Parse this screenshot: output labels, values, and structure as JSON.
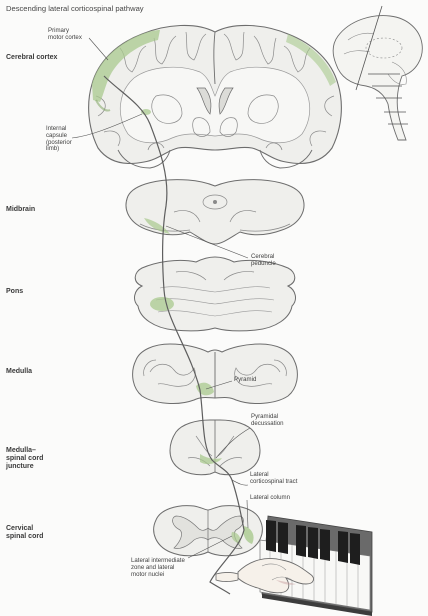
{
  "title": "Descending lateral corticospinal pathway",
  "regions": {
    "cerebral_cortex": "Cerebral cortex",
    "midbrain": "Midbrain",
    "pons": "Pons",
    "medulla": "Medulla",
    "juncture": "Medulla–\nspinal cord\njuncture",
    "cervical": "Cervical\nspinal cord"
  },
  "labels": {
    "primary_motor_cortex": "Primary\nmotor cortex",
    "internal_capsule": "Internal\ncapsule\n(posterior\nlimb)",
    "cerebral_peduncle": "Cerebral\npeduncle",
    "pyramid": "Pyramid",
    "pyramidal_decussation": "Pyramidal\ndecussation",
    "lateral_corticospinal_tract": "Lateral\ncorticospinal tract",
    "lateral_column": "Lateral column",
    "lateral_intermediate_zone": "Lateral intermediate\nzone and lateral\nmotor nuclei"
  },
  "colors": {
    "highlight": "#a9c98f",
    "outline": "#6d6d6d",
    "tissue": "#f1f1ee"
  },
  "icons": {
    "brain_inset": "brain-sagittal-inset-icon",
    "keyboard": "piano-keyboard-icon",
    "hand": "hand-icon"
  }
}
